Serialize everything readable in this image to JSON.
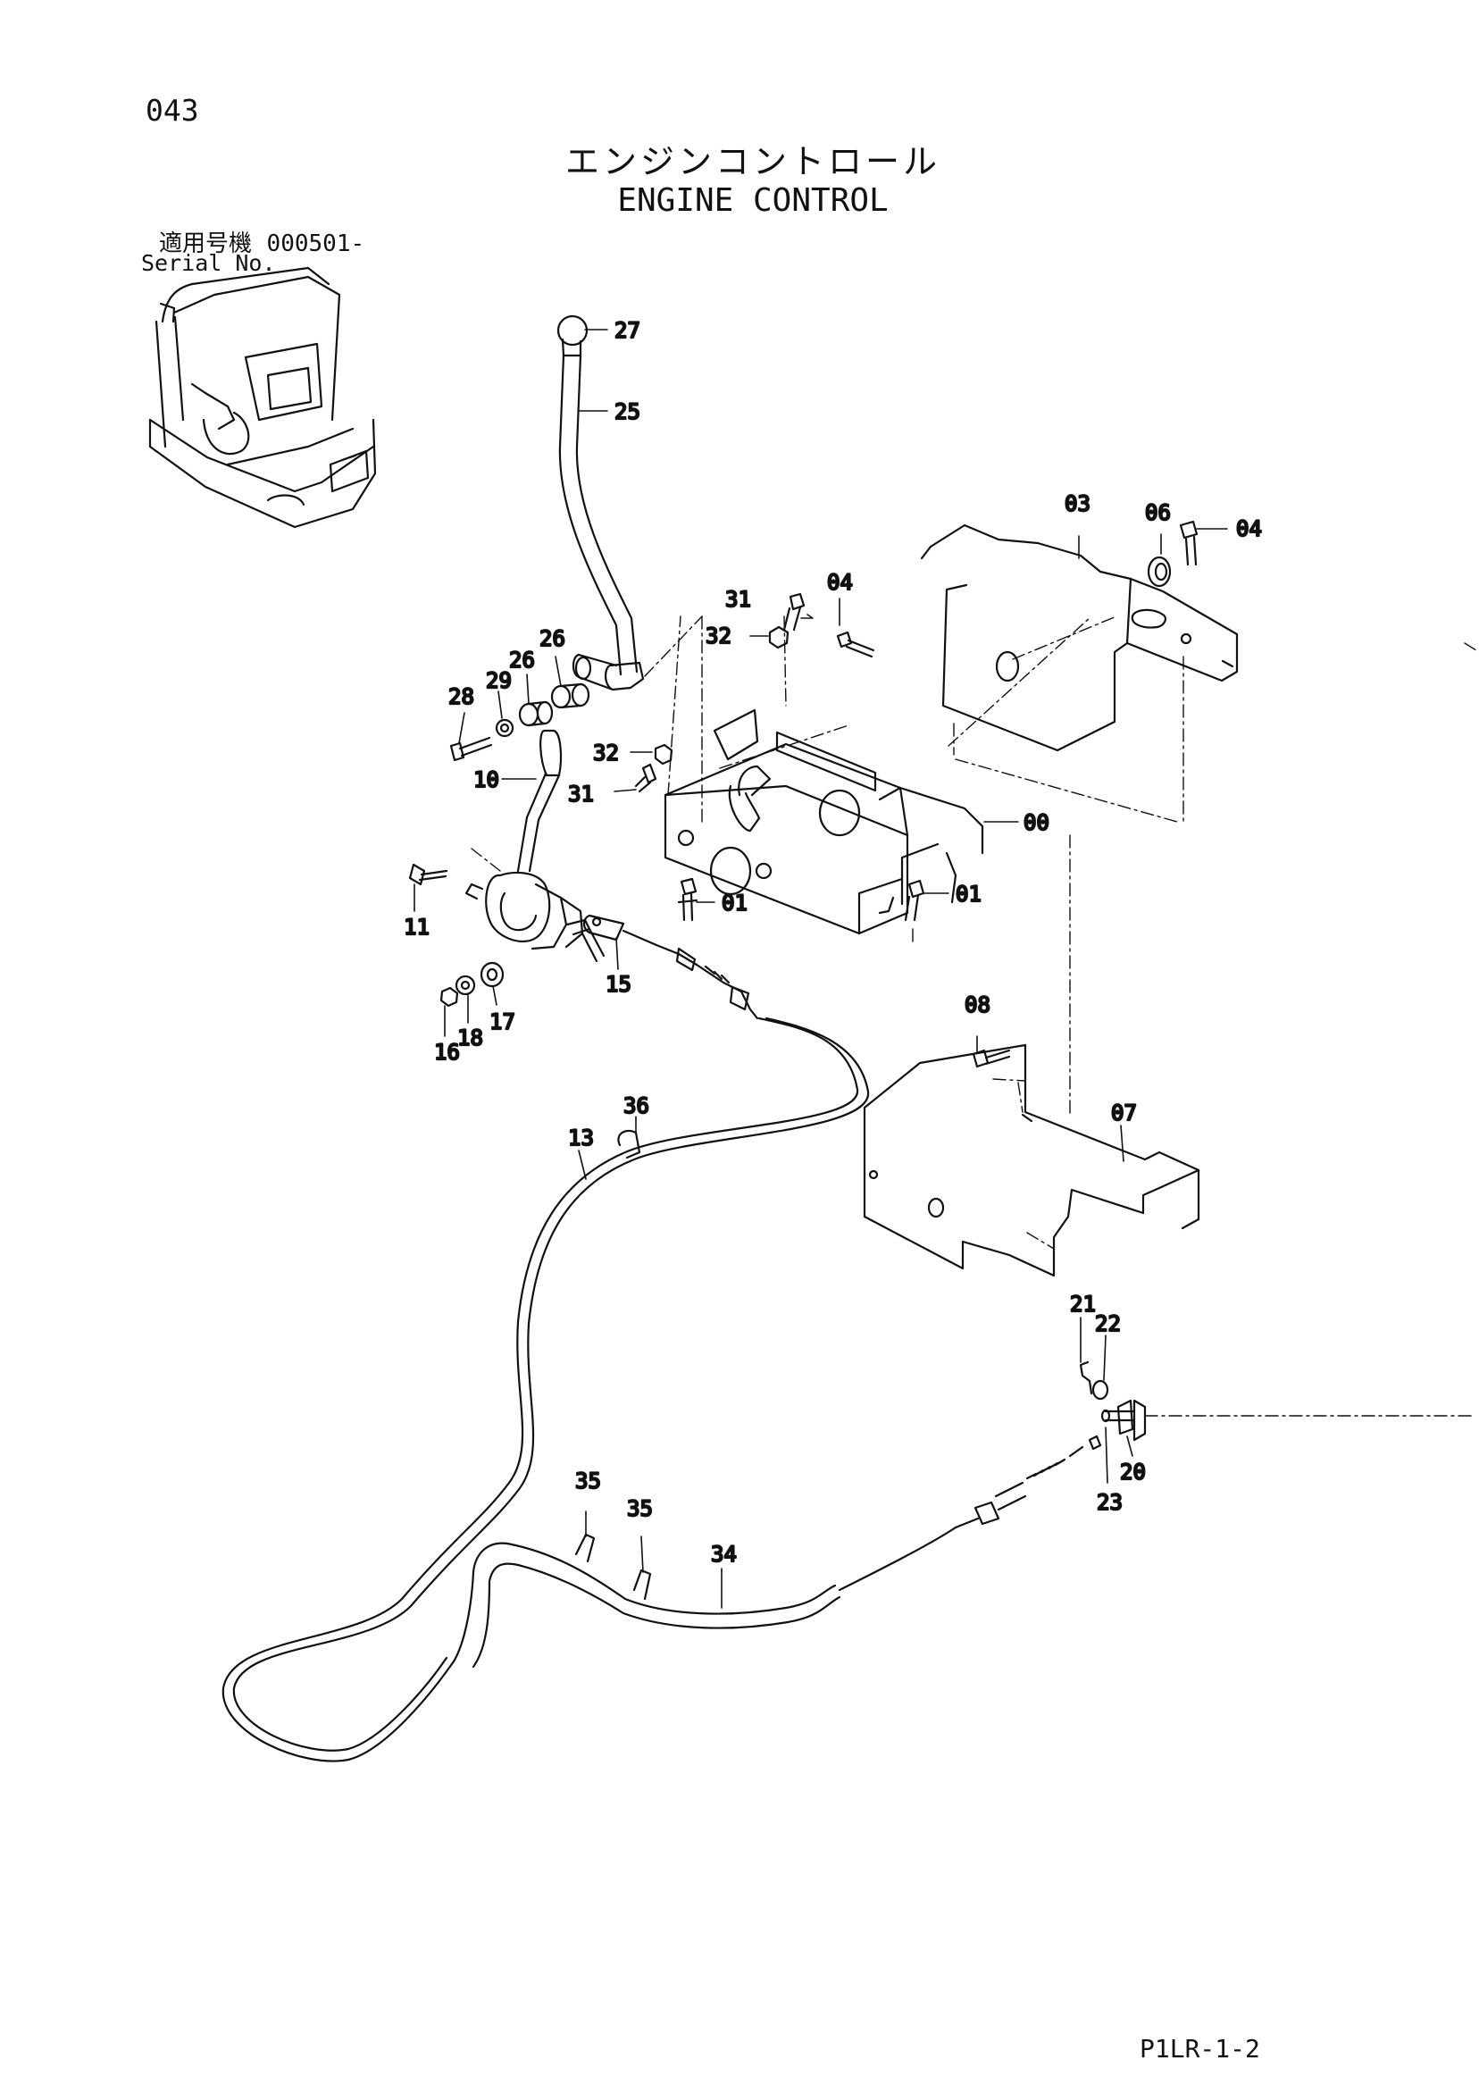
{
  "page": {
    "number": "043",
    "title_jp": "エンジンコントロール",
    "title_en": "ENGINE CONTROL",
    "serial_label_jp": "適用号機",
    "serial_range": "000501-",
    "serial_label_en": "Serial No.",
    "document_code": "P1LR-1-2"
  },
  "callouts": [
    "27",
    "25",
    "03",
    "06",
    "04",
    "04",
    "31",
    "32",
    "26",
    "26",
    "29",
    "28",
    "10",
    "32",
    "31",
    "00",
    "01",
    "01",
    "11",
    "15",
    "16",
    "18",
    "17",
    "08",
    "07",
    "36",
    "13",
    "21",
    "22",
    "20",
    "23",
    "35",
    "35",
    "34"
  ],
  "parts": [
    "throttle-lever-knob",
    "throttle-lever",
    "lever-bracket",
    "control-unit",
    "cover-plate-upper",
    "cover-plate-lower",
    "engine-control-cable",
    "cable-protector-tube",
    "cable-clamp",
    "cable-end-bracket",
    "machine-overview-sketch"
  ]
}
